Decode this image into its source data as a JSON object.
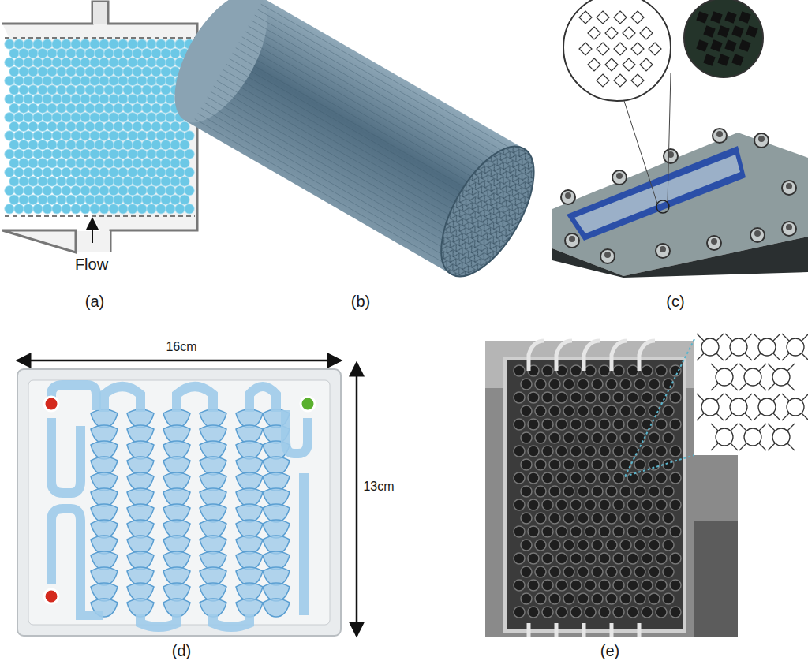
{
  "diagram": {
    "labels": [
      "Flow",
      "(a)",
      "(b)",
      "(c)",
      "(d)",
      "(e)",
      "16cm",
      "13cm"
    ]
  }
}
